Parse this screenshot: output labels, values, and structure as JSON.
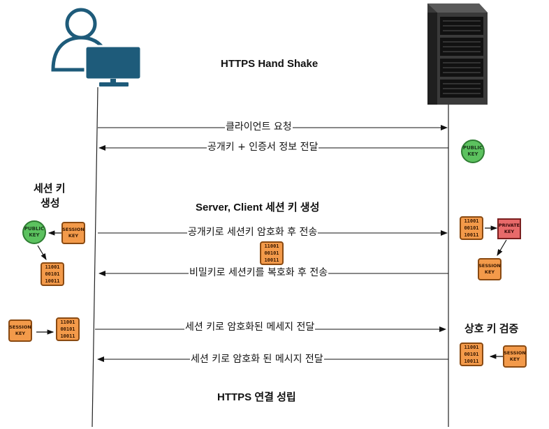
{
  "colors": {
    "client_icon": "#1e5b7a",
    "public_key": "#5cc25f",
    "session_key": "#f39a4a",
    "private_key": "#e86a6a"
  },
  "diagram": {
    "title": "HTTPS Hand Shake",
    "messages": [
      "클라이언트 요청",
      "공개키 + 인증서 정보 전달",
      "공개키로 세션키 암호화 후 전송",
      "비밀키로 세션키를 복호화 후 전송",
      "세션 키로 암호화된 메세지 전달",
      "세션 키로 암호화 된 메시지 전달"
    ],
    "section_titles": {
      "key_gen": "Server, Client 세션 키 생성",
      "complete": "HTTPS 연결 성립"
    },
    "side_labels": {
      "session_key_gen_line1": "세션 키",
      "session_key_gen_line2": "생성",
      "mutual_key_check": "상호 키 검증"
    },
    "keys": {
      "public_line1": "PUBLIC",
      "public_line2": "KEY",
      "session_line1": "SESSION",
      "session_line2": "KEY",
      "private_line1": "PRIVATE",
      "private_line2": "KEY",
      "bin_line1": "11001",
      "bin_line2": "00101",
      "bin_line3": "10011"
    },
    "icons": [
      "user-icon",
      "monitor-icon",
      "server-rack-icon"
    ]
  }
}
